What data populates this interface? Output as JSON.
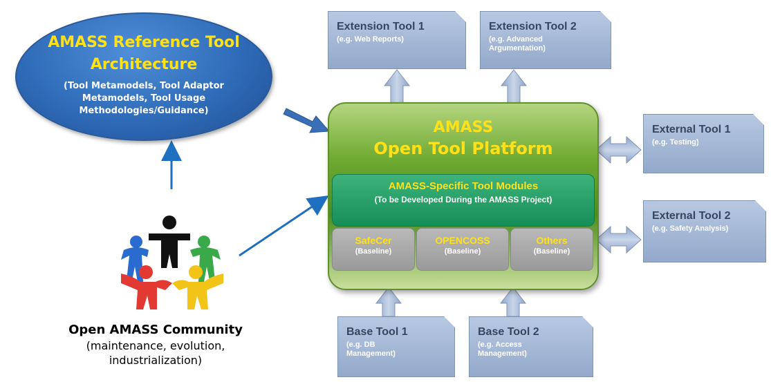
{
  "reference": {
    "title": "AMASS Reference Tool Architecture",
    "details": "(Tool Metamodels, Tool Adaptor Metamodels, Tool Usage Methodologies/Guidance)"
  },
  "platform": {
    "title_line1": "AMASS",
    "title_line2": "Open Tool Platform",
    "modules_title": "AMASS-Specific Tool Modules",
    "modules_sub": "(To be Developed During the AMASS Project)",
    "baselines": [
      {
        "name": "SafeCer",
        "note": "(Baseline)"
      },
      {
        "name": "OPENCOSS",
        "note": "(Baseline)"
      },
      {
        "name": "Others",
        "note": "(Baseline)"
      }
    ]
  },
  "extension_tools": [
    {
      "name": "Extension Tool 1",
      "example": "(e.g. Web Reports)"
    },
    {
      "name": "Extension Tool 2",
      "example": "(e.g. Advanced Argumentation)"
    }
  ],
  "external_tools": [
    {
      "name": "External Tool 1",
      "example": "(e.g. Testing)"
    },
    {
      "name": "External Tool 2",
      "example": "(e.g. Safety Analysis)"
    }
  ],
  "base_tools": [
    {
      "name": "Base Tool 1",
      "example": "(e.g. DB Management)"
    },
    {
      "name": "Base Tool 2",
      "example": "(e.g. Access Management)"
    }
  ],
  "community": {
    "title": "Open AMASS Community",
    "line1": "(maintenance, evolution,",
    "line2": "industrialization)"
  },
  "colors": {
    "title_yellow": "#ffe11a",
    "ellipse_blue": "#2f6bb8",
    "platform_green": "#4d8d1f",
    "modules_green": "#168e58",
    "tool_box": "#9fb3d3",
    "arrow_blue": "#1f6fc0"
  }
}
